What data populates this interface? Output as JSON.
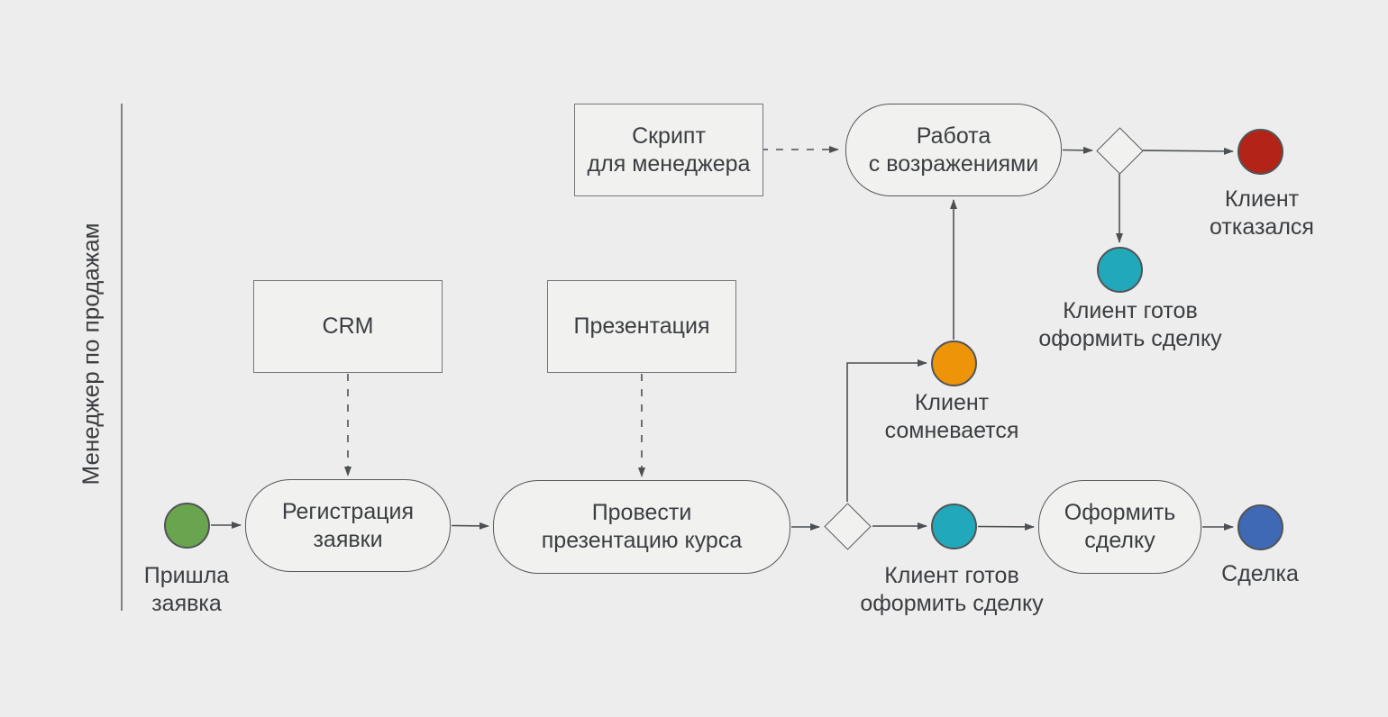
{
  "colors": {
    "background": "#ededed",
    "shape_fill": "#f1f1f0",
    "shape_stroke": "#55585a",
    "data_box_stroke": "#74777a",
    "connector": "#4c5053",
    "circle_stroke": "#515457",
    "lane_line": "#808284",
    "text": "#3b3e41",
    "green": "#69a54f",
    "orange": "#ee9408",
    "teal": "#21a9bb",
    "red": "#b42318",
    "blue": "#3f68b5"
  },
  "lane": {
    "label": "Менеджер по продажам"
  },
  "artifacts": {
    "crm": {
      "label": "CRM"
    },
    "presentation": {
      "label": "Презентация"
    },
    "script": {
      "label": "Скрипт\nдля менеджера"
    }
  },
  "tasks": {
    "register": {
      "label": "Регистрация\nзаявки"
    },
    "present": {
      "label": "Провести\nпрезентацию курса"
    },
    "objections": {
      "label": "Работа\nс возражениями"
    },
    "close": {
      "label": "Оформить\nсделку"
    }
  },
  "events": {
    "start": {
      "label": "Пришла\nзаявка",
      "color": "#69a54f"
    },
    "doubt": {
      "label": "Клиент\nсомневается",
      "color": "#ee9408"
    },
    "ready_main": {
      "label": "Клиент готов\nоформить сделку",
      "color": "#21a9bb"
    },
    "ready_after_objections": {
      "label": "Клиент готов\nоформить сделку",
      "color": "#21a9bb"
    },
    "refused": {
      "label": "Клиент\nотказался",
      "color": "#b42318"
    },
    "deal": {
      "label": "Сделка",
      "color": "#3f68b5"
    }
  }
}
